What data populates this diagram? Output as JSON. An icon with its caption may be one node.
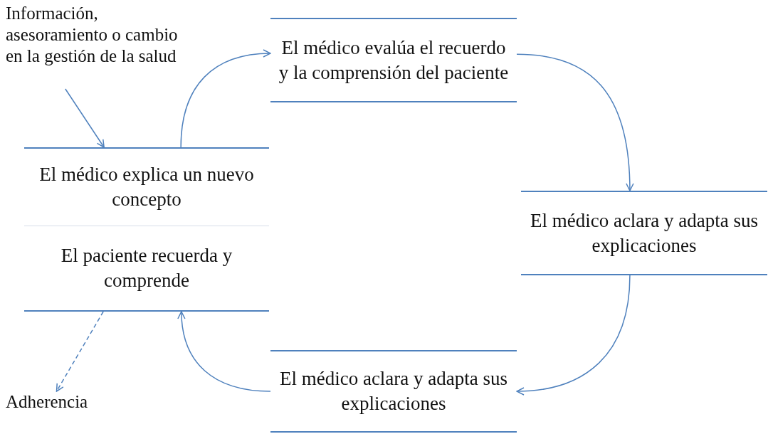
{
  "diagram": {
    "nodes": [
      {
        "text": [
          "Información, asesoramiento o cambio en la gestión de la salud"
        ]
      },
      {
        "text": [
          "El médico explica un nuevo concepto"
        ]
      },
      {
        "text": [
          "El paciente recuerda y comprende"
        ]
      },
      {
        "text": [
          "El médico evalúa el recuerdo y la comprensión del paciente"
        ]
      },
      {
        "text": [
          "El médico aclara y adapta sus explicaciones"
        ]
      },
      {
        "text": [
          "El médico aclara y adapta sus explicaciones"
        ]
      },
      {
        "text": [
          "Adherencia"
        ]
      }
    ],
    "edges": [
      {
        "from": 0,
        "to": 1,
        "arrow": "to"
      },
      {
        "from": 1,
        "to": 3,
        "arrow": "to"
      },
      {
        "from": 3,
        "to": 4,
        "arrow": "to"
      },
      {
        "from": 4,
        "to": 5,
        "arrow": "to"
      },
      {
        "from": 5,
        "to": 2,
        "arrow": "to"
      },
      {
        "from": 2,
        "to": 6,
        "arrow": "to",
        "style": "dashed"
      }
    ]
  }
}
